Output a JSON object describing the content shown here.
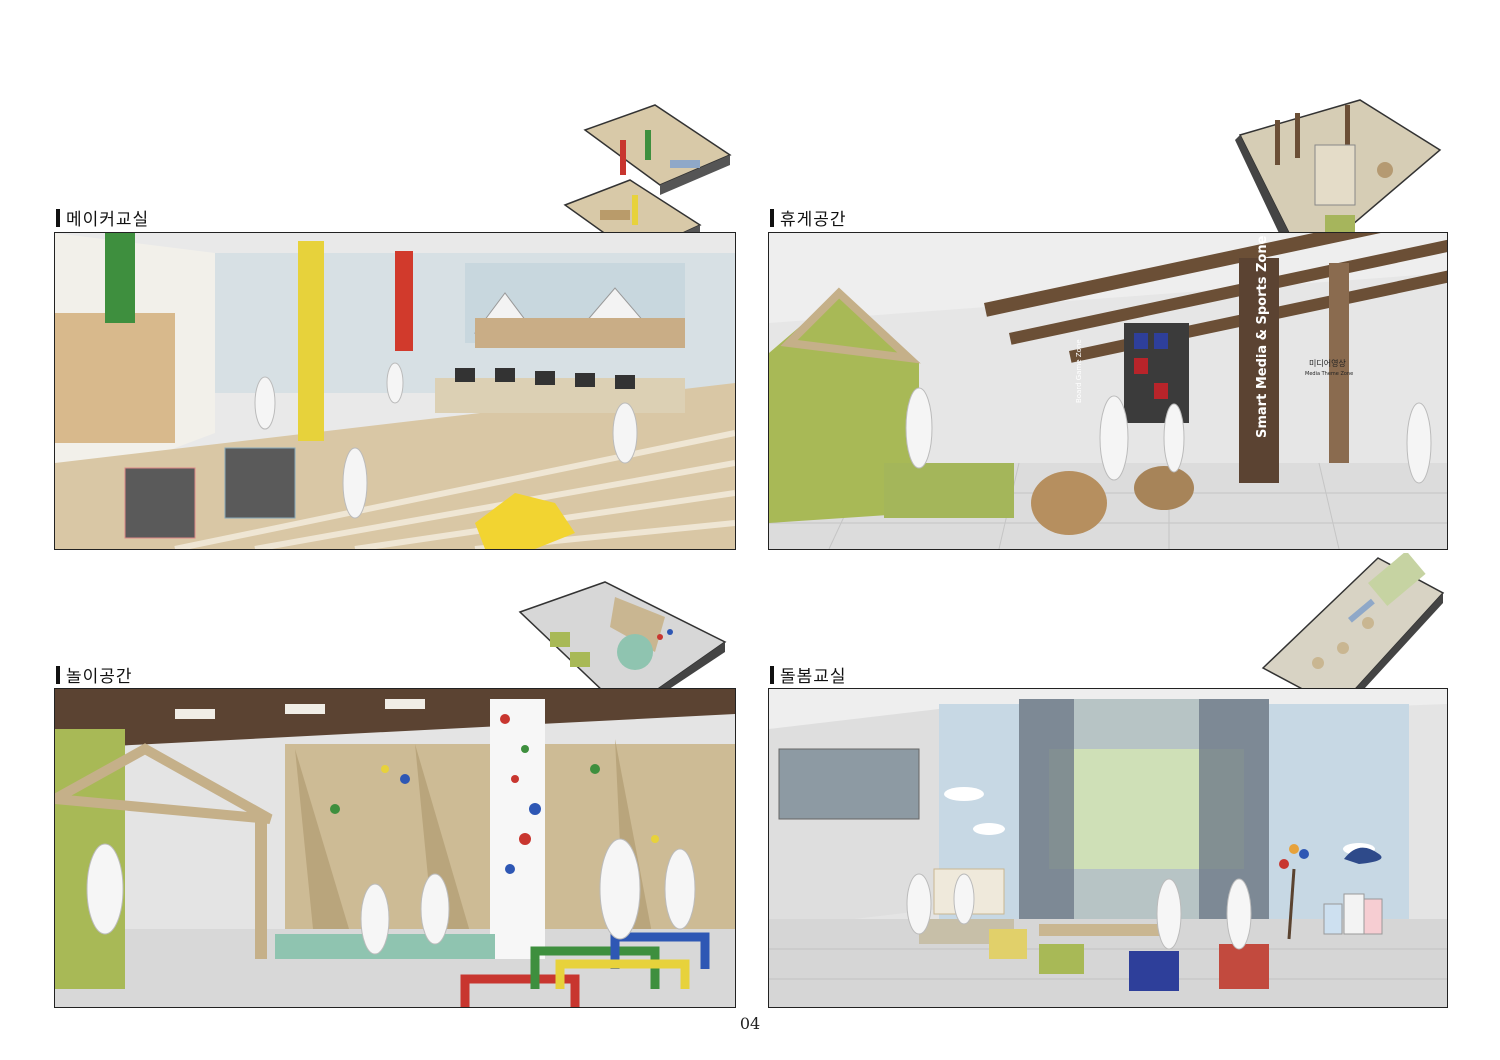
{
  "sections": [
    {
      "title": "메이커교실"
    },
    {
      "title": "휴게공간",
      "sign_vertical": "Board Game Zone",
      "sign_big": "Smart Media & Sports Zone",
      "sign_kr": "미디어영상",
      "sign_en": "Media Theme Zone"
    },
    {
      "title": "놀이공간"
    },
    {
      "title": "돌봄교실"
    }
  ],
  "page_number": "04",
  "colors": {
    "wall_wood": "#c9b691",
    "accent_green": "#a8b956",
    "dark_wood": "#5a4330"
  }
}
